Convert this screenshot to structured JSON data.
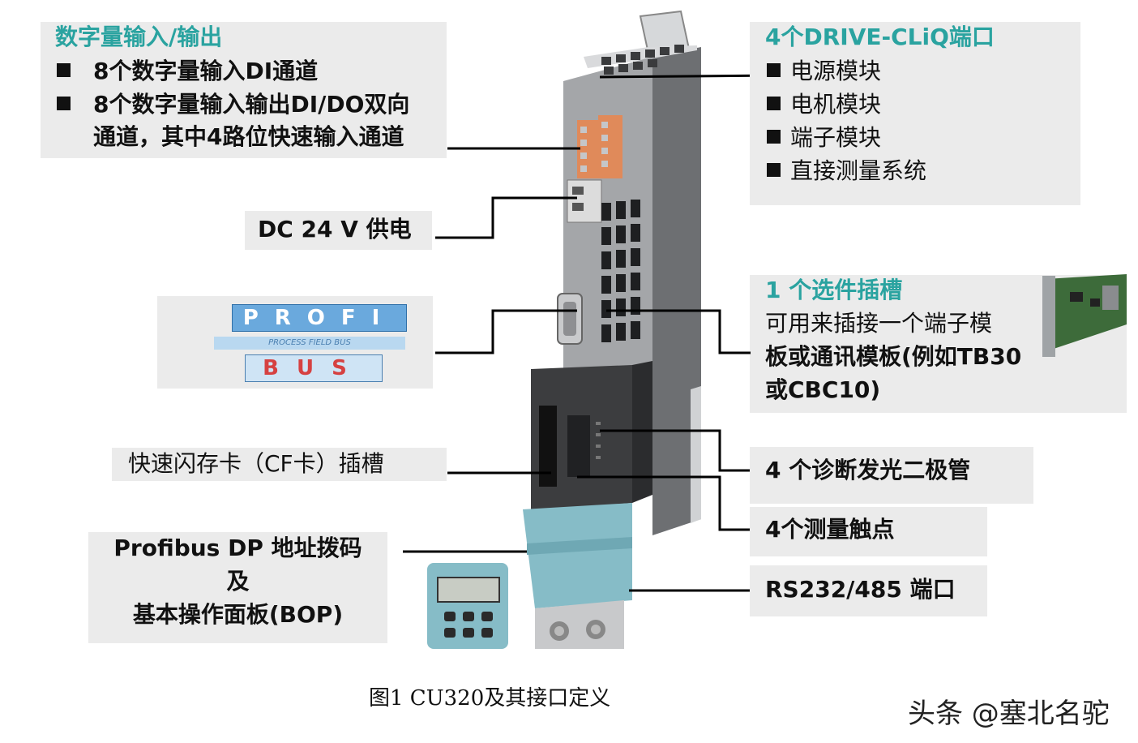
{
  "callouts": {
    "digital_io": {
      "title": "数字量输入/输出",
      "items": [
        "8个数字量输入DI通道",
        "8个数字量输入输出DI/DO双向",
        "通道，其中4路位快速输入通道"
      ]
    },
    "dc24": "DC 24 V 供电",
    "profibus_logo": {
      "top": "PROFI",
      "middle": "PROCESS FIELD BUS",
      "bottom": "BUS"
    },
    "cf_slot": "快速闪存卡（CF卡）插槽",
    "bop": [
      "Profibus DP 地址拨码",
      "及",
      "基本操作面板(BOP)"
    ],
    "drive_cliq": {
      "title": "4个DRIVE-CLiQ端口",
      "items": [
        "电源模块",
        "电机模块",
        "端子模块",
        "直接测量系统"
      ]
    },
    "option_slot": {
      "title": "1 个选件插槽",
      "lines": [
        "可用来插接一个端子模",
        "板或通讯模板(例如TB30",
        "或CBC10)"
      ]
    },
    "leds": "4 个诊断发光二极管",
    "measure": "4个测量触点",
    "rs232": "RS232/485 端口"
  },
  "caption": "图1 CU320及其接口定义",
  "watermark": "头条 @塞北名驼",
  "colors": {
    "accent": "#2aa3a0",
    "box": "#ebebeb",
    "device": "#8a8c8f",
    "bop": "#7fb8c4"
  }
}
